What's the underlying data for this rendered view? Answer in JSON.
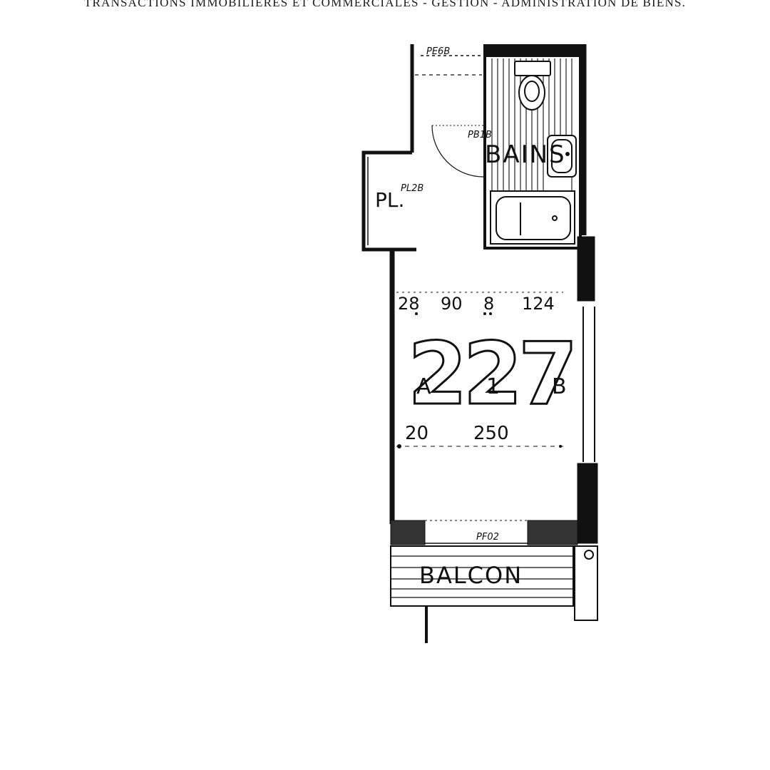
{
  "header": {
    "text": "TRANSACTIONS IMMOBILIÈRES ET COMMERCIALES - GESTION - ADMINISTRATION DE BIENS."
  },
  "plan": {
    "room_number": "227",
    "side_label_left": "A",
    "side_label_mid": "1",
    "side_label_right": "B",
    "labels": {
      "bains": "BAINS",
      "placard": "PL.",
      "balcon": "BALCON"
    },
    "tags": {
      "door_entry": "PE6B",
      "door_bath": "PB1B",
      "placard": "PL2B",
      "window": "PF02"
    },
    "dimensions_top": [
      "28",
      "90",
      "8",
      "124"
    ],
    "dimensions_bottom": [
      "20",
      "250"
    ]
  }
}
